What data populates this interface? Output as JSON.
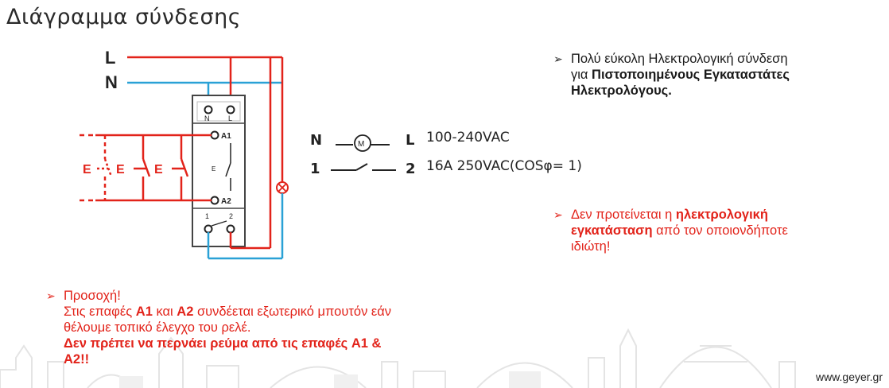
{
  "title": "Διάγραμμα σύνδεσης",
  "diagram": {
    "line_L": "L",
    "line_N": "N",
    "terminal_N": "N",
    "terminal_L": "L",
    "terminal_A1": "A1",
    "terminal_A2": "A2",
    "terminal_1": "1",
    "terminal_2": "2",
    "switch_letter": "E",
    "legend": [
      {
        "left": "N",
        "right": "L",
        "desc": "100-240VAC"
      },
      {
        "left": "1",
        "right": "2",
        "desc": "16A 250VAC(COSφ= 1)"
      }
    ]
  },
  "notes": {
    "note1": {
      "bullet": "➢",
      "text1": "Πολύ εύκολη Ηλεκτρολογική σύνδεση",
      "text2": "για ",
      "bold1": "Πιστοποιημένους Εγκαταστάτες",
      "bold2": "Ηλεκτρολόγους."
    },
    "note2": {
      "bullet": "➢",
      "text1": "Δεν προτείνεται η ",
      "bold1": "ηλεκτρολογική",
      "bold2": "εγκατάσταση",
      "text2": " από τον οποιονδήποτε",
      "text3": "ιδιώτη!"
    },
    "note3": {
      "bullet": "➢",
      "line1": "Προσοχή!",
      "line2a": "Στις επαφές ",
      "a1": "A1",
      "line2b": " και ",
      "a2": "A2",
      "line2c": " συνδέεται εξωτερικό μπουτόν εάν",
      "line3": "θέλουμε τοπικό έλεγχο του ρελέ.",
      "bold4": "Δεν πρέπει να περνάει ρεύμα από τις επαφές A1 &",
      "bold5": "A2!!"
    }
  },
  "website": "www.geyer.gr",
  "colors": {
    "red": "#e2231a",
    "blue": "#2aa1d6",
    "skyline": "#e6e6e6"
  }
}
